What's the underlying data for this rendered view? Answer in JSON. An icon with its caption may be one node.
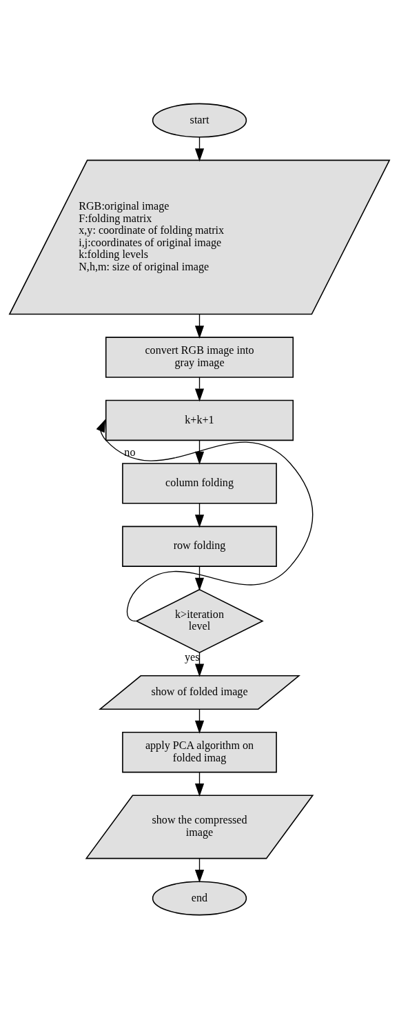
{
  "diagram": {
    "nodes": [
      {
        "text": [
          "start"
        ]
      },
      {
        "text": [
          "RGB:original image",
          "F:folding matrix",
          "x,y: coordinate of folding matrix",
          "i,j:coordinates of original image",
          "k:folding levels",
          "N,h,m: size of original image"
        ]
      },
      {
        "text": [
          "convert RGB image into gray image"
        ]
      },
      {
        "text": [
          "k+k+1"
        ]
      },
      {
        "text": [
          "column folding"
        ]
      },
      {
        "text": [
          "row folding"
        ]
      },
      {
        "text": [
          "k>iteration level"
        ]
      },
      {
        "text": [
          "show of folded image"
        ]
      },
      {
        "text": [
          "apply PCA algorithm on folded imag"
        ]
      },
      {
        "text": [
          "show the compressed image"
        ]
      },
      {
        "text": [
          "end"
        ]
      }
    ],
    "edges": [
      {
        "from": 0,
        "to": 1,
        "arrow": "to"
      },
      {
        "from": 1,
        "to": 2,
        "arrow": "to"
      },
      {
        "from": 2,
        "to": 3,
        "arrow": "to"
      },
      {
        "from": 3,
        "to": 4,
        "arrow": "to"
      },
      {
        "from": 4,
        "to": 5,
        "arrow": "to"
      },
      {
        "from": 5,
        "to": 6,
        "arrow": "to"
      },
      {
        "from": 6,
        "to": 3,
        "arrow": "to",
        "label": "no"
      },
      {
        "from": 6,
        "to": 7,
        "arrow": "to",
        "label": "yes"
      },
      {
        "from": 7,
        "to": 8,
        "arrow": "to"
      },
      {
        "from": 8,
        "to": 9,
        "arrow": "to"
      },
      {
        "from": 9,
        "to": 10,
        "arrow": "to"
      }
    ]
  }
}
